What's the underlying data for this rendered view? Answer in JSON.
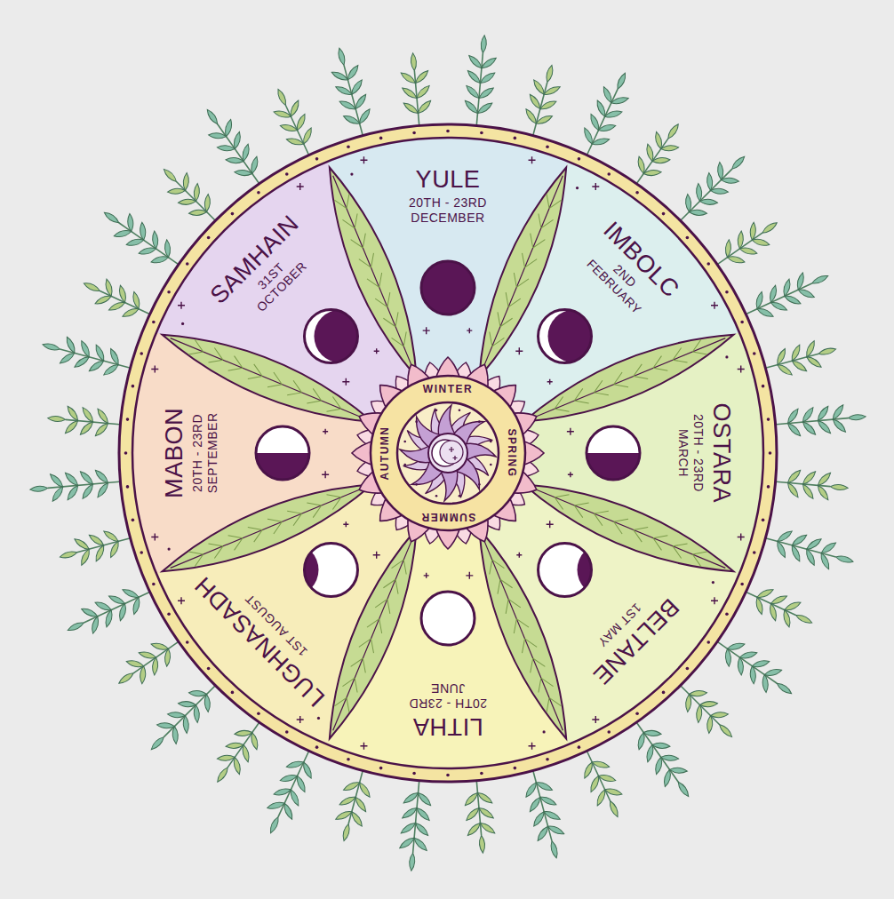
{
  "diagram": {
    "nodes": [
      {
        "text": [
          "YULE",
          "20TH - 23RD DECEMBER"
        ]
      },
      {
        "text": [
          "IMBOLC",
          "2ND FEBRUARY"
        ]
      },
      {
        "text": [
          "OSTARA",
          "20TH - 23RD MARCH"
        ]
      },
      {
        "text": [
          "BELTANE",
          "1ST MAY"
        ]
      },
      {
        "text": [
          "LITHA",
          "20TH - 23RD JUNE"
        ]
      },
      {
        "text": [
          "LUGHNASADH",
          "1ST AUGUST"
        ]
      },
      {
        "text": [
          "MABON",
          "20TH - 23RD SEPTEMBER"
        ]
      },
      {
        "text": [
          "SAMHAIN",
          "31ST OCTOBER"
        ]
      }
    ],
    "labels": [
      "WINTER",
      "SPRING",
      "SUMMER",
      "AUTUMN"
    ]
  }
}
